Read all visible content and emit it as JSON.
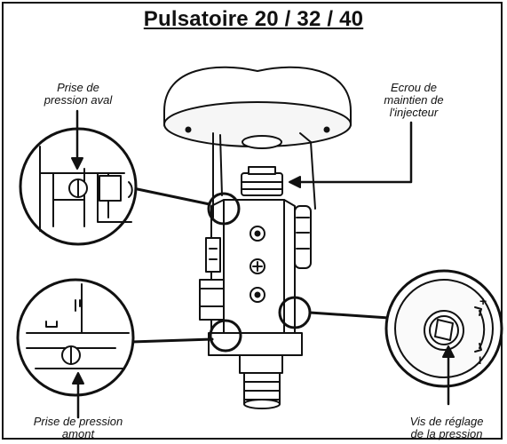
{
  "title": "Pulsatoire 20 / 32 / 40",
  "callouts": {
    "downstream": "Prise de\npression aval",
    "nut": "Ecrou de\nmaintien de\nl'injecteur",
    "upstream": "Prise de pression\namont",
    "adjust": "Vis de réglage\nde la pression"
  },
  "dial_symbols": {
    "plus": "+",
    "minus": "I"
  },
  "colors": {
    "line": "#111111",
    "background": "#ffffff",
    "fill_light": "#f2f2f2"
  }
}
